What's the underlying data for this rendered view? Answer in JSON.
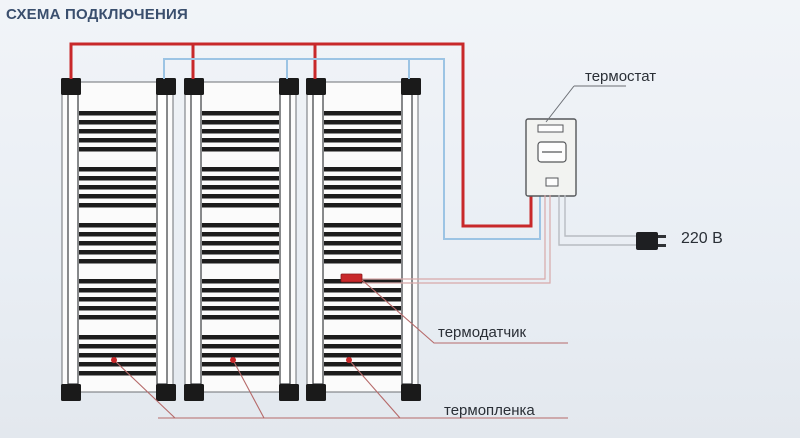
{
  "title": "СХЕМА ПОДКЛЮЧЕНИЯ",
  "labels": {
    "thermostat": "термостат",
    "voltage": "220 В",
    "sensor": "термодатчик",
    "film": "термопленка"
  },
  "colors": {
    "phase_wire": "#c8282a",
    "neutral_wire": "#9cc4e4",
    "callout_line": "#b66a6a",
    "film_stripe": "#1c1c1c",
    "terminal": "#1a1a1a"
  }
}
